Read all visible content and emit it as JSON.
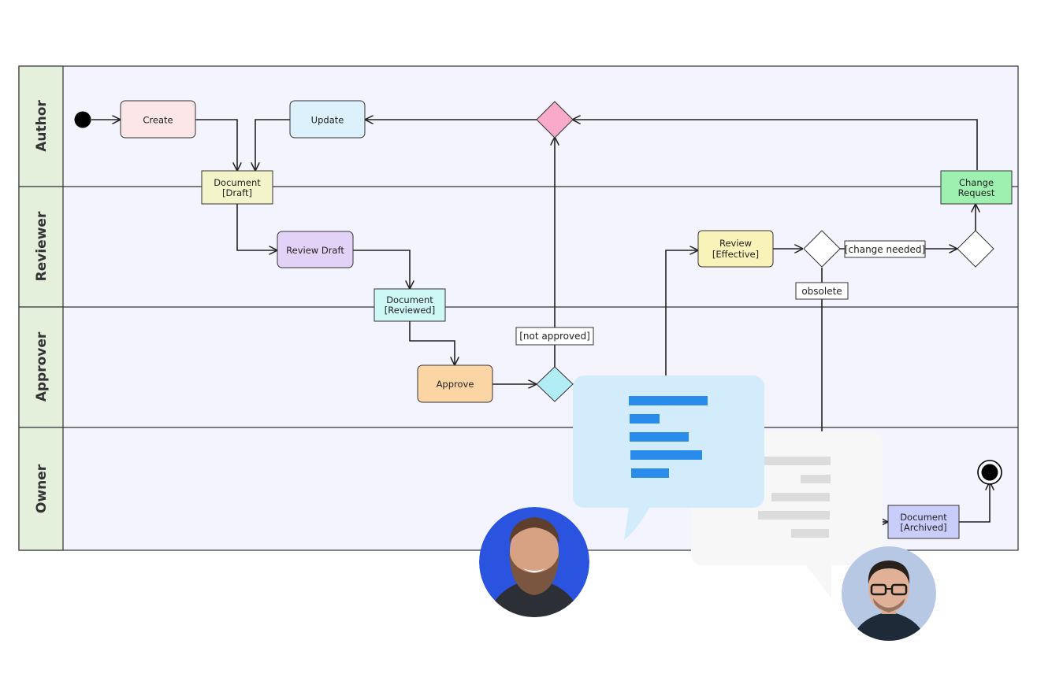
{
  "diagram": {
    "lanes": [
      {
        "id": "author",
        "label": "Author"
      },
      {
        "id": "reviewer",
        "label": "Reviewer"
      },
      {
        "id": "approver",
        "label": "Approver"
      },
      {
        "id": "owner",
        "label": "Owner"
      }
    ],
    "nodes": {
      "create": {
        "lines": [
          "Create"
        ]
      },
      "update": {
        "lines": [
          "Update"
        ]
      },
      "doc_draft": {
        "lines": [
          "Document",
          "[Draft]"
        ]
      },
      "review_draft": {
        "lines": [
          "Review Draft"
        ]
      },
      "doc_reviewed": {
        "lines": [
          "Document",
          "[Reviewed]"
        ]
      },
      "approve": {
        "lines": [
          "Approve"
        ]
      },
      "review_effective": {
        "lines": [
          "Review",
          "[Effective]"
        ]
      },
      "change_request": {
        "lines": [
          "Change",
          "Request"
        ]
      },
      "doc_archived": {
        "lines": [
          "Document",
          "[Archived]"
        ]
      }
    },
    "guards": {
      "not_approved": "[not approved]",
      "change_needed": "[change needed]",
      "obsolete": "obsolete"
    }
  },
  "colors": {
    "lane_fill": "#f4f4fe",
    "lane_header": "#e4efdc",
    "create": "#fde6e8",
    "update": "#dcf1fb",
    "doc_draft": "#f3f4c9",
    "review_draft": "#e3d2f7",
    "doc_reviewed": "#cdf8f6",
    "approve": "#fcd5a4",
    "review_effective": "#f9f3b9",
    "change_request": "#9ef0b0",
    "doc_archived": "#c8cef9",
    "merge_diamond": "#f9a9c9",
    "approve_diamond": "#b2ecf4",
    "bubble_blue": "#d3ecfb",
    "bubble_bar_blue": "#2a8cea",
    "bubble_gray": "#f7f7f7",
    "bubble_bar_gray": "#dcdcdc",
    "avatar_left_bg": "#2a53e0",
    "avatar_right_bg": "#b6c8e4"
  },
  "chat": {
    "left_avatar_icon": "person-avatar-icon",
    "right_avatar_icon": "person-avatar-icon"
  }
}
